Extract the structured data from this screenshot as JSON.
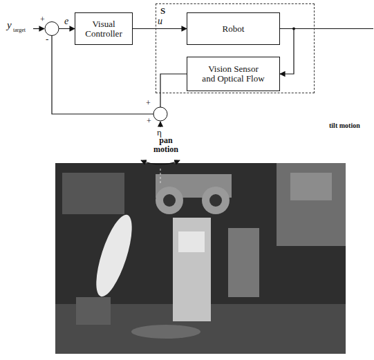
{
  "diagram": {
    "nodes": [
      {
        "text": [
          "S"
        ]
      },
      {
        "text": [
          "Visual Controller"
        ]
      },
      {
        "text": [
          "Robot"
        ],
        "in": 0
      },
      {
        "text": [
          "Vision Sensor and Optical Flow"
        ],
        "in": 0
      }
    ],
    "edges": [
      {
        "from": 1,
        "to": 2,
        "arrow": "to",
        "label": "u"
      },
      {
        "from": 2,
        "to": 3,
        "arrow": "to"
      },
      {
        "from": 3,
        "to": 1,
        "arrow": "to",
        "label": "e"
      }
    ],
    "labels": [
      "y",
      "target",
      "+",
      "-",
      "+",
      "+",
      "η",
      "pan motion",
      "tilt motion"
    ]
  }
}
